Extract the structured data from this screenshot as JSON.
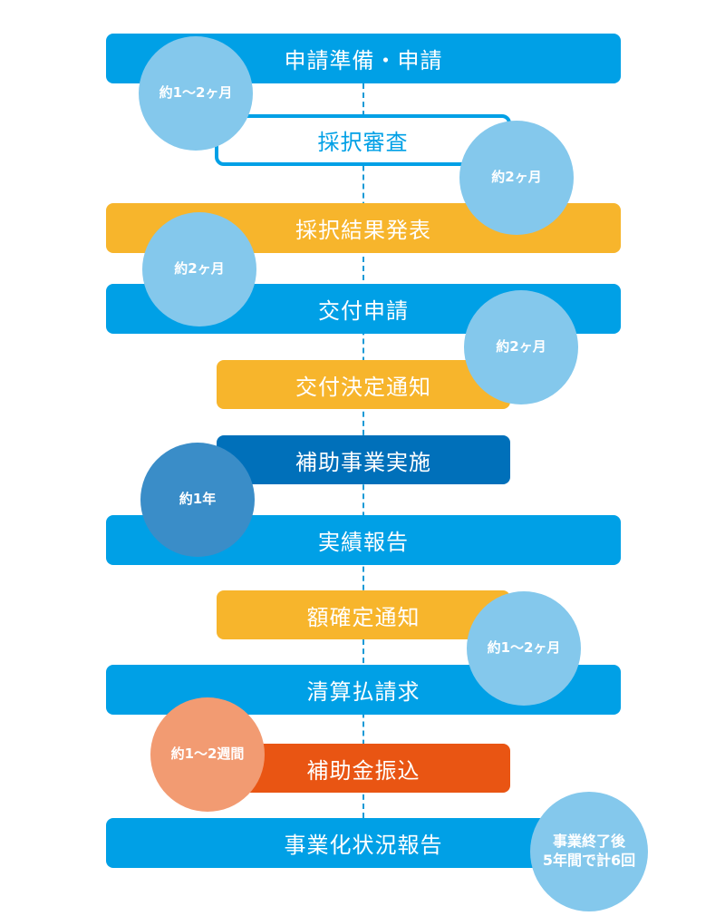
{
  "steps": [
    "申請準備・申請",
    "採択審査",
    "採択結果発表",
    "交付申請",
    "交付決定通知",
    "補助事業実施",
    "実績報告",
    "額確定通知",
    "清算払請求",
    "補助金振込",
    "事業化状況報告"
  ],
  "durations": [
    "約1〜2ヶ月",
    "約2ヶ月",
    "約2ヶ月",
    "約2ヶ月",
    "約1年",
    "約1〜2ヶ月",
    "約1〜2週間"
  ],
  "final_note": {
    "line1": "事業終了後",
    "line2": "5年間で計6回"
  },
  "colors": {
    "blue": "#00a0e6",
    "yellow": "#f7b52c",
    "dark_blue": "#0070ba",
    "orange": "#e95513",
    "light_blue": "#84c8ec",
    "mid_blue": "#3a8dc8",
    "light_orange": "#f29b72"
  }
}
